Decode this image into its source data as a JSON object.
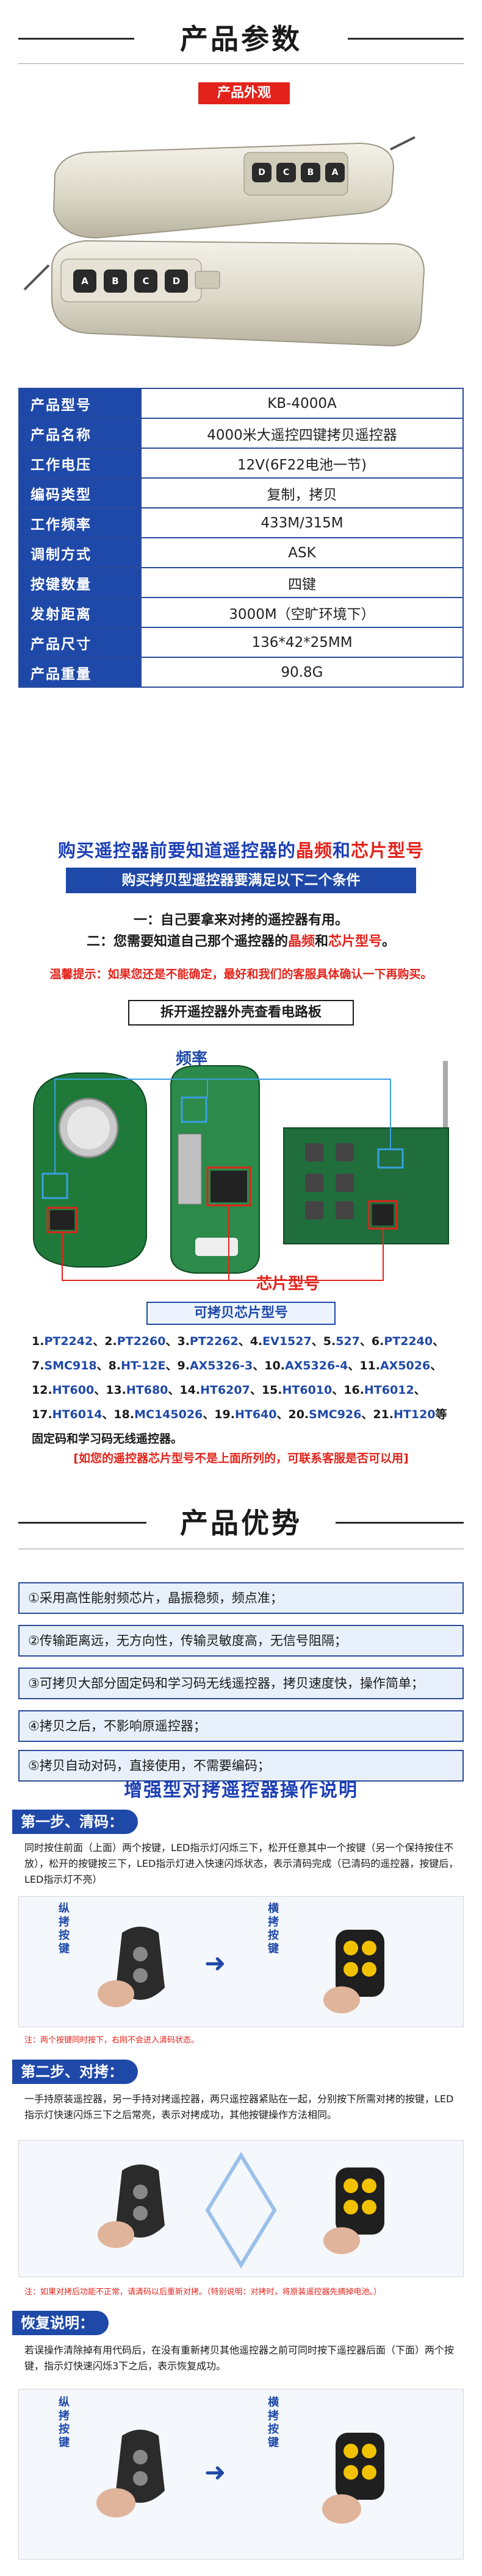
{
  "header": {
    "title": "产品参数",
    "badge": "产品外观"
  },
  "remote_faces": {
    "top": [
      "D",
      "C",
      "B",
      "A"
    ],
    "bottom": [
      "A",
      "B",
      "C",
      "D"
    ]
  },
  "specs": [
    {
      "k": "产品型号",
      "v": "KB-4000A"
    },
    {
      "k": "产品名称",
      "v": "4000米大遥控四键拷贝遥控器"
    },
    {
      "k": "工作电压",
      "v": "12V(6F22电池一节)"
    },
    {
      "k": "编码类型",
      "v": "复制，拷贝"
    },
    {
      "k": "工作频率",
      "v": "433M/315M"
    },
    {
      "k": "调制方式",
      "v": "ASK"
    },
    {
      "k": "按键数量",
      "v": "四键"
    },
    {
      "k": "发射距离",
      "v": "3000M（空旷环境下）"
    },
    {
      "k": "产品尺寸",
      "v": "136*42*25MM"
    },
    {
      "k": "产品重量",
      "v": "90.8G"
    }
  ],
  "buy": {
    "title_a": "购买遥控器前要知道遥控器的",
    "title_b": "晶频",
    "title_c": "和",
    "title_d": "芯片型号",
    "band": "购买拷贝型遥控器要满足以下二个条件",
    "cond1": "一：自己要拿来对拷的遥控器有用。",
    "cond2_a": "二：您需要知道自己那个遥控器的",
    "cond2_b": "晶频",
    "cond2_c": "和",
    "cond2_d": "芯片型号",
    "cond2_e": "。",
    "tip": "温馨提示：如果您还是不能确定，最好和我们的客服具体确认一下再购买。"
  },
  "board": {
    "title": "拆开遥控器外壳查看电路板",
    "freq_label": "频率",
    "chip_label": "芯片型号"
  },
  "chips": {
    "title": "可拷贝芯片型号",
    "items": [
      [
        "1.",
        "PT2242",
        "、2.",
        "PT2260",
        "、3.",
        "PT2262",
        "、4.",
        "EV1527",
        "、5.",
        "527",
        "、6.",
        "PT2240",
        "、"
      ],
      [
        "7.",
        "SMC918",
        "、8.",
        "HT-12E",
        "、9.",
        "AX5326-3",
        "、10.",
        "AX5326-4",
        "、11.",
        "AX5026",
        "、"
      ],
      [
        "12.",
        "HT600",
        "、13.",
        "HT680",
        "、14.",
        "HT6207",
        "、15.",
        "HT6010",
        "、16.",
        "HT6012",
        "、"
      ],
      [
        "17.",
        "HT6014",
        "、18.",
        "MC145026",
        "、19.",
        "HT640",
        "、20.",
        "SMC926",
        "、21.",
        "HT120",
        "等"
      ]
    ],
    "tail": "固定码和学习码无线遥控器。",
    "note": "[如您的遥控器芯片型号不是上面所列的，可联系客服是否可以用]"
  },
  "advantages": {
    "title": "产品优势",
    "items": [
      "①采用高性能射频芯片，晶振稳频，频点准；",
      "②传输距离远，无方向性，传输灵敏度高，无信号阻隔；",
      "③可拷贝大部分固定码和学习码无线遥控器，拷贝速度快，操作简单；",
      "④拷贝之后，不影响原遥控器；",
      "⑤拷贝自动对码，直接使用，不需要编码；"
    ]
  },
  "guide": {
    "title": "增强型对拷遥控器操作说明",
    "step1_head": "第一步、清码：",
    "step1_text": "同时按住前面（上面）两个按键，LED指示灯闪烁三下，松开任意其中一个按键（另一个保持按住不放），松开的按键按三下，LED指示灯进入快速闪烁状态，表示清码完成（已清码的遥控器，按键后，LED指示灯不亮）",
    "step1_note": "注：两个按键同时按下，右刚不会进入清码状态。",
    "step2_head": "第二步、对拷：",
    "step2_text": "一手持原装遥控器，另一手持对拷遥控器，两只遥控器紧贴在一起，分别按下所需对拷的按键，LED指示灯快速闪烁三下之后常亮，表示对拷成功，其他按键操作方法相同。",
    "step2_note": "注：如果对拷后功能不正常，请清码以后重新对拷。（特别说明：对拷时，将原装遥控器先摘掉电池。）",
    "step3_head": "恢复说明：",
    "step3_text": "若误操作清除掉有用代码后，在没有重新拷贝其他遥控器之前可同时按下遥控器后面（下面）两个按键，指示灯快速闪烁3下之后，表示恢复成功。",
    "label_left": "纵拷按键",
    "label_right": "横拷按键"
  }
}
